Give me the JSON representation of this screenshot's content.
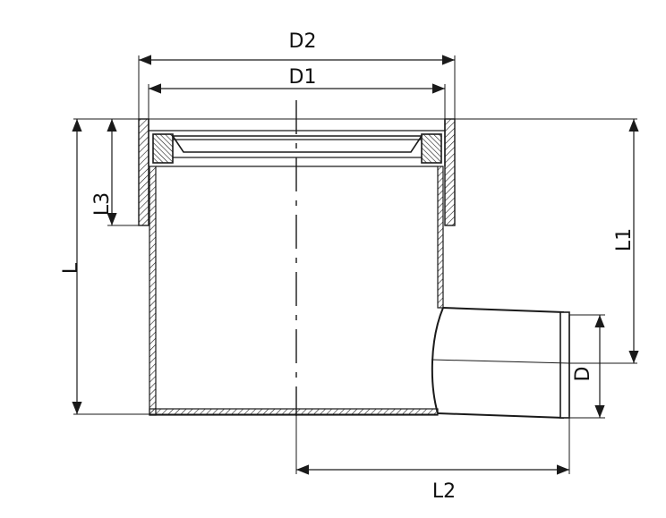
{
  "labels": {
    "d2": "D2",
    "d1": "D1",
    "l": "L",
    "l1": "L1",
    "l2": "L2",
    "l3": "L3",
    "d": "D"
  },
  "colors": {
    "line": "#1a1a1a",
    "background": "#ffffff"
  }
}
